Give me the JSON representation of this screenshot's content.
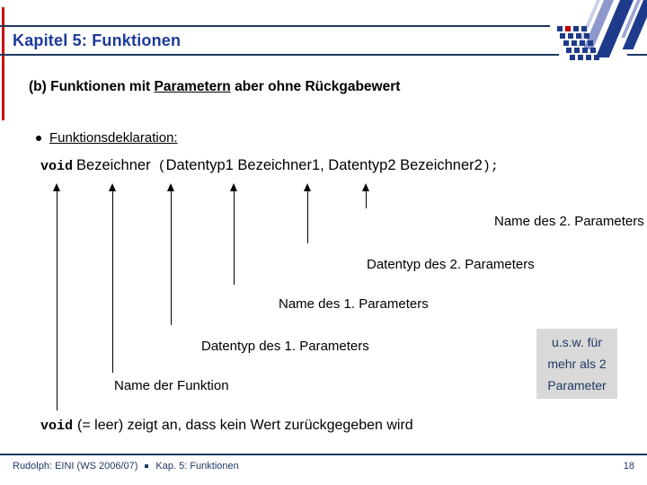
{
  "header": {
    "title": "Kapitel 5: Funktionen"
  },
  "subtitle": {
    "pre": "(b) Funktionen mit ",
    "underlined": "Parametern",
    "post": " aber ohne Rückgabewert"
  },
  "bullet_item": {
    "label": "Funktionsdeklaration:"
  },
  "declaration": {
    "keyword": "void",
    "function_name": "Bezeichner",
    "open_paren": "(",
    "parameters": "Datentyp1 Bezeichner1, Datentyp2 Bezeichner2",
    "close_paren": ");"
  },
  "callouts": [
    {
      "label": "Name des 2. Parameters"
    },
    {
      "label": "Datentyp des 2. Parameters"
    },
    {
      "label": "Name des 1. Parameters"
    },
    {
      "label": "Datentyp des 1. Parameters"
    },
    {
      "label": "Name der Funktion"
    }
  ],
  "note_box": {
    "line1": "u.s.w. für",
    "line2": "mehr als 2",
    "line3": "Parameter"
  },
  "void_note": {
    "keyword": "void",
    "text": "(= leer) zeigt an, dass kein Wert zurückgegeben wird"
  },
  "footer": {
    "author": "Rudolph: EINI (WS 2006/07)",
    "chapter": "Kap. 5: Funktionen",
    "page": "18"
  },
  "colors": {
    "title_blue": "#1b3a9a",
    "navy": "#1f3864",
    "logo_navy": "#1e3a8a",
    "logo_red": "#c00000",
    "accent_red": "#cc1111",
    "note_box_bg": "#d9d9d9"
  }
}
